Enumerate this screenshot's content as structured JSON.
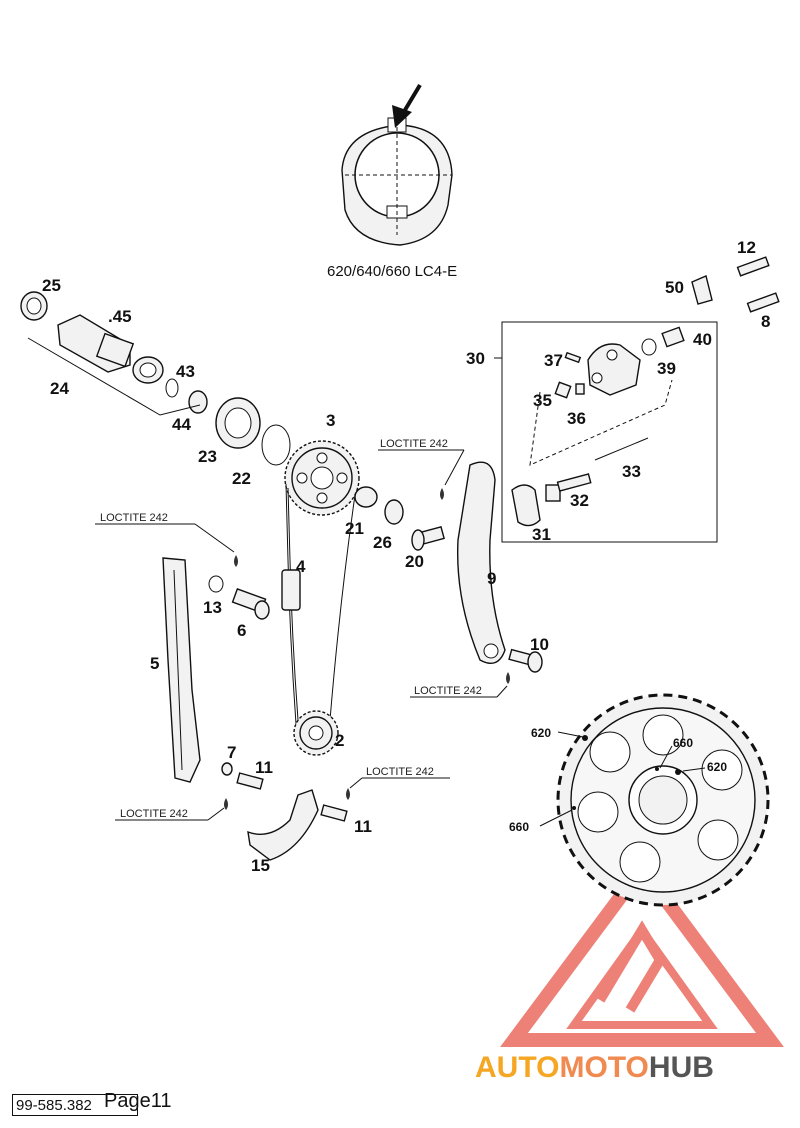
{
  "variant_label": "620/640/660 LC4-E",
  "loctite_labels": [
    "LOCTITE 242",
    "LOCTITE 242",
    "LOCTITE 242",
    "LOCTITE 242",
    "LOCTITE 242"
  ],
  "part_numbers": [
    "25",
    ".45",
    "24",
    "43",
    "44",
    "23",
    "22",
    "3",
    "21",
    "26",
    "20",
    "4",
    "13",
    "6",
    "5",
    "9",
    "10",
    "2",
    "7",
    "11",
    "11",
    "15",
    "12",
    "50",
    "8",
    "40",
    "30",
    "37",
    "39",
    "35",
    "36",
    "33",
    "32",
    "31"
  ],
  "sprocket_labels": [
    "620",
    "660",
    "620",
    "660"
  ],
  "footer": {
    "doc_code": "99-585.382",
    "page": "Page11"
  },
  "watermark": "AUTOMOTOHUB",
  "colors": {
    "line": "#111111",
    "watermark_red": "#e8574a",
    "watermark_orange": "#f5a623",
    "watermark_gray": "#555555"
  }
}
